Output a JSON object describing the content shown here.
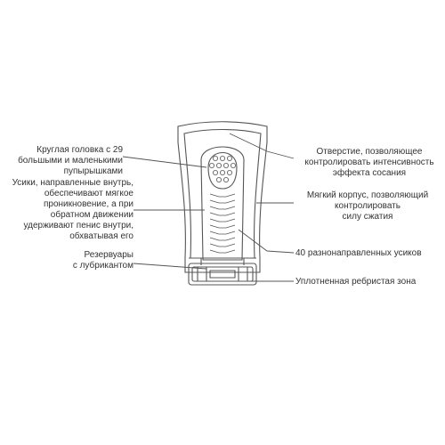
{
  "colors": {
    "line": "#555555",
    "text": "#333333",
    "background": "#ffffff"
  },
  "labels": {
    "head": "Круглая головка с 29\nбольшыми и маленькими\nпупырышками",
    "tendrils": "Усики, направленные внутрь,\nобеспечивают мягкое\nпроникновение, а при\nобратном движении\nудерживают пенис внутри,\nобхватывая его",
    "reservoirs": "Резервуары\nс лубрикантом",
    "hole": "Отверстие, позволяющее\nконтролировать интенсивность\nэффекта сосания",
    "body": "Мягкий корпус, позволяющий\nконтролировать\nсилу сжатия",
    "bristles": "40 разнонаправленных усиков",
    "ribbed": "Уплотненная ребристая зона"
  }
}
